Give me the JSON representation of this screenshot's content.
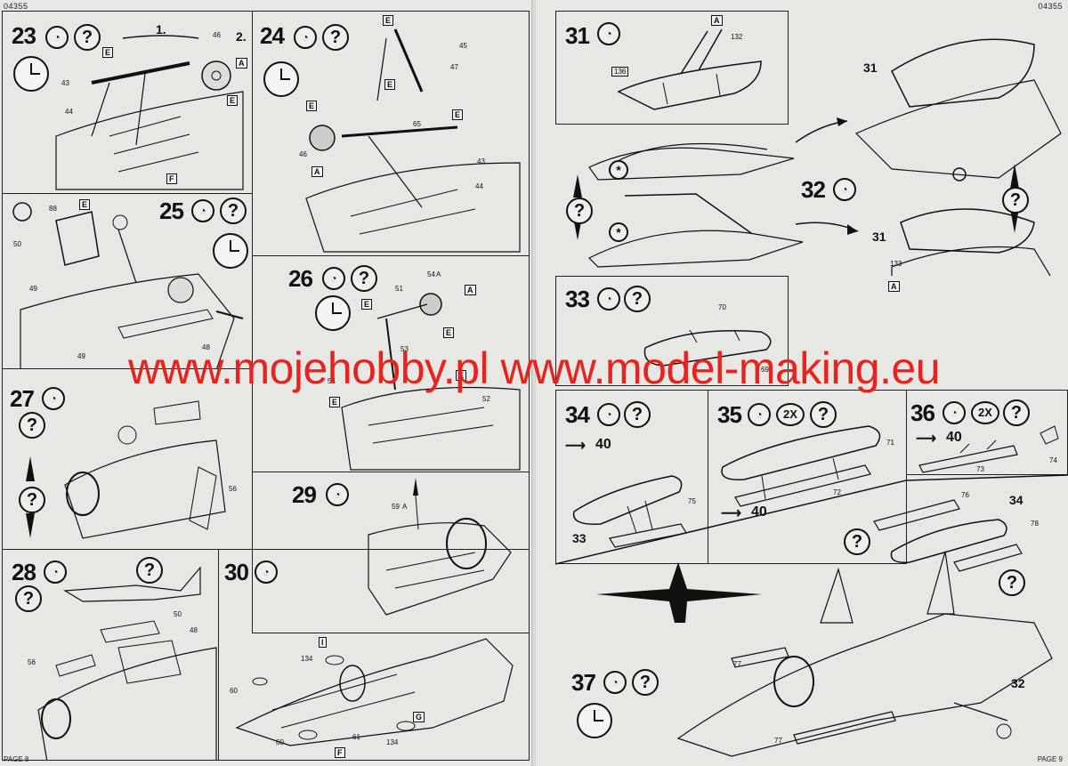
{
  "pages": {
    "left": {
      "code": "04355",
      "page_label": "PAGE 8"
    },
    "right": {
      "code": "04355",
      "page_label": "PAGE 9"
    }
  },
  "steps": {
    "s23": {
      "number": "23",
      "sub1": "1.",
      "sub2": "2.",
      "parts": [
        "46",
        "43",
        "44"
      ],
      "tags": [
        "E",
        "A",
        "E",
        "F"
      ]
    },
    "s24": {
      "number": "24",
      "parts": [
        "45",
        "47",
        "65",
        "46",
        "43",
        "44"
      ],
      "tags": [
        "E",
        "E",
        "E",
        "E",
        "A"
      ]
    },
    "s25": {
      "number": "25",
      "parts": [
        "88",
        "50",
        "49",
        "49",
        "48"
      ],
      "tags": [
        "E"
      ]
    },
    "s26": {
      "number": "26",
      "parts": [
        "54",
        "51",
        "53",
        "52",
        "54"
      ],
      "tags": [
        "A",
        "E",
        "E",
        "E",
        "E"
      ],
      "part_suffix": "A"
    },
    "s27": {
      "number": "27",
      "parts": [
        "56"
      ]
    },
    "s28": {
      "number": "28",
      "parts": [
        "50",
        "48",
        "56"
      ]
    },
    "s29": {
      "number": "29",
      "parts": [
        "59"
      ],
      "part_suffix": "A"
    },
    "s30": {
      "number": "30",
      "parts": [
        "134",
        "60",
        "60",
        "61",
        "134"
      ],
      "tags": [
        "I",
        "G",
        "F"
      ]
    },
    "s31": {
      "number": "31",
      "parts": [
        "132",
        "136"
      ],
      "tags": [
        "A"
      ],
      "callout": "31"
    },
    "s32": {
      "number": "32",
      "parts": [
        "133"
      ],
      "tags": [
        "A"
      ],
      "callout": "31"
    },
    "s33": {
      "number": "33",
      "parts": [
        "70",
        "69"
      ]
    },
    "s34": {
      "number": "34",
      "arrow": "40",
      "parts": [
        "75",
        "33"
      ],
      "callout": "33"
    },
    "s35": {
      "number": "35",
      "mult": "2X",
      "arrow": "40",
      "parts": [
        "71",
        "72"
      ]
    },
    "s36": {
      "number": "36",
      "mult": "2X",
      "arrow": "40",
      "parts": [
        "73",
        "74"
      ]
    },
    "s37": {
      "number": "37",
      "parts": [
        "76",
        "78",
        "77",
        "77"
      ],
      "callouts": [
        "34",
        "32"
      ]
    }
  },
  "symbols": {
    "question": "?",
    "asterisk": "*",
    "glue": "glue-icon",
    "clock": "clock-icon"
  },
  "watermark": "www.mojehobby.pl www.model-making.eu",
  "colors": {
    "watermark": "#e8221e",
    "paper": "#e7e7e4",
    "ink": "#111111"
  }
}
